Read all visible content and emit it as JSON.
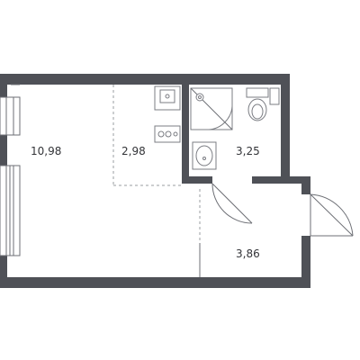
{
  "plan": {
    "colors": {
      "wall": "#4f5157",
      "line": "#6d6f75",
      "dashed": "#9a9ca1",
      "text": "#333438"
    },
    "rooms": [
      {
        "id": "living",
        "area": "10,98"
      },
      {
        "id": "kitchen",
        "area": "2,98"
      },
      {
        "id": "bathroom",
        "area": "3,25"
      },
      {
        "id": "hallway",
        "area": "3,86"
      }
    ]
  }
}
